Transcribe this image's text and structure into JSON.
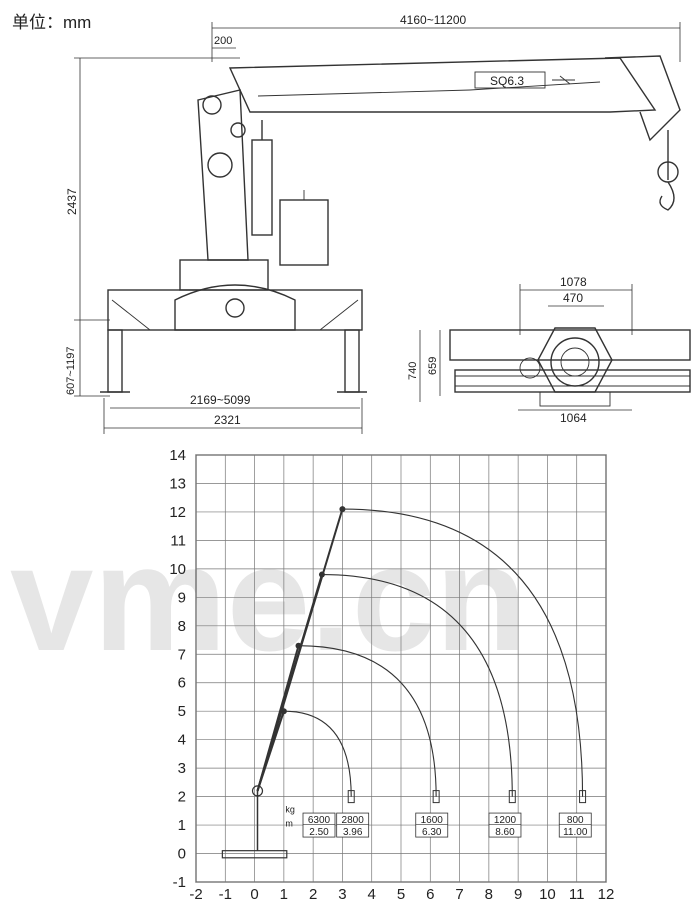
{
  "header": {
    "unit_label": "单位：mm"
  },
  "elevation": {
    "dims": {
      "reach": "4160~11200",
      "offset": "200",
      "height": "2437",
      "leg_stroke": "607~1197",
      "outrigger_span": "2169~5099",
      "base_width": "2321"
    },
    "boom_label": "SQ6.3"
  },
  "plan": {
    "dims": {
      "overall": "1078",
      "inner": "470",
      "base": "1064",
      "height_total": "740",
      "height_inner": "659"
    }
  },
  "watermark": "vme.cn",
  "chart_data": {
    "type": "load-chart",
    "x_ticks": [
      "-2",
      "-1",
      "0",
      "1",
      "2",
      "3",
      "4",
      "5",
      "6",
      "7",
      "8",
      "9",
      "10",
      "11",
      "12"
    ],
    "y_ticks": [
      "-1",
      "0",
      "1",
      "2",
      "3",
      "4",
      "5",
      "6",
      "7",
      "8",
      "9",
      "10",
      "11",
      "12",
      "13",
      "14"
    ],
    "xlim": [
      -2,
      12
    ],
    "ylim": [
      -1,
      14
    ],
    "grid": true,
    "boom_tips": [
      {
        "x": 1.0,
        "y": 5.0
      },
      {
        "x": 1.5,
        "y": 7.3
      },
      {
        "x": 2.3,
        "y": 9.8
      },
      {
        "x": 3.0,
        "y": 12.1
      }
    ],
    "hook_points": [
      {
        "x": 3.3,
        "y": 2.0
      },
      {
        "x": 6.2,
        "y": 2.0
      },
      {
        "x": 8.8,
        "y": 2.0
      },
      {
        "x": 11.2,
        "y": 2.0
      }
    ],
    "table_header": {
      "weight": "kg",
      "radius": "m"
    },
    "loads": [
      {
        "weight": "6300",
        "radius": "2.50"
      },
      {
        "weight": "2800",
        "radius": "3.96"
      },
      {
        "weight": "1600",
        "radius": "6.30"
      },
      {
        "weight": "1200",
        "radius": "8.60"
      },
      {
        "weight": "800",
        "radius": "11.00"
      }
    ]
  }
}
